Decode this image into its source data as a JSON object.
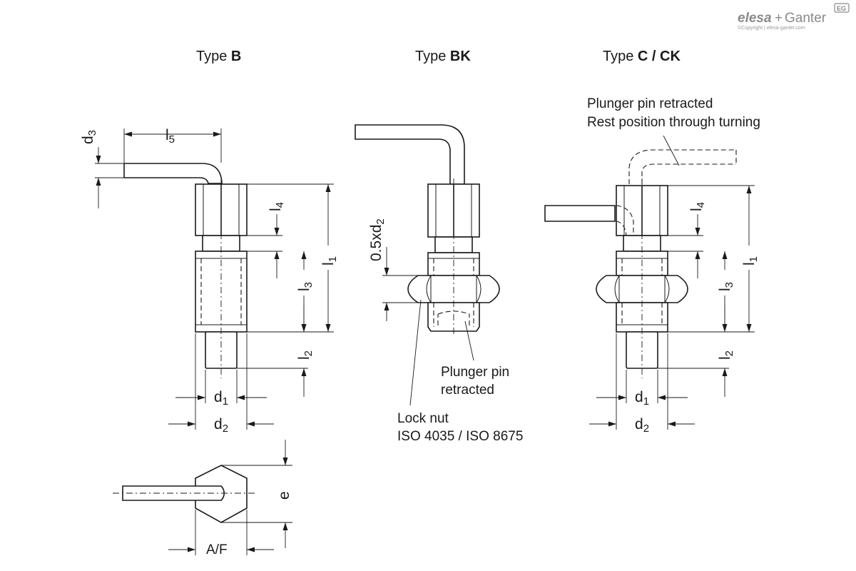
{
  "brand": {
    "name_part1": "elesa",
    "name_plus": "+",
    "name_part2": "Ganter",
    "badge": "EG",
    "copyright": "©Copyright | elesa-ganter.com"
  },
  "types": {
    "b": {
      "prefix": "Type ",
      "code": "B"
    },
    "bk": {
      "prefix": "Type ",
      "code": "BK"
    },
    "cck": {
      "prefix": "Type ",
      "code": "C / CK"
    }
  },
  "dims": {
    "d": "d",
    "l": "l",
    "e": "e",
    "af": "A/F",
    "s1": "1",
    "s2": "2",
    "s3": "3",
    "s4": "4",
    "s5": "5",
    "half_d2_prefix": "0.5xd"
  },
  "notes": {
    "plunger_retracted_line1": "Plunger pin",
    "plunger_retracted_line2": "retracted",
    "lock_nut_line1": "Lock nut",
    "lock_nut_line2": "ISO 4035 / ISO 8675",
    "rest_line1": "Plunger pin retracted",
    "rest_line2": "Rest position through turning"
  }
}
